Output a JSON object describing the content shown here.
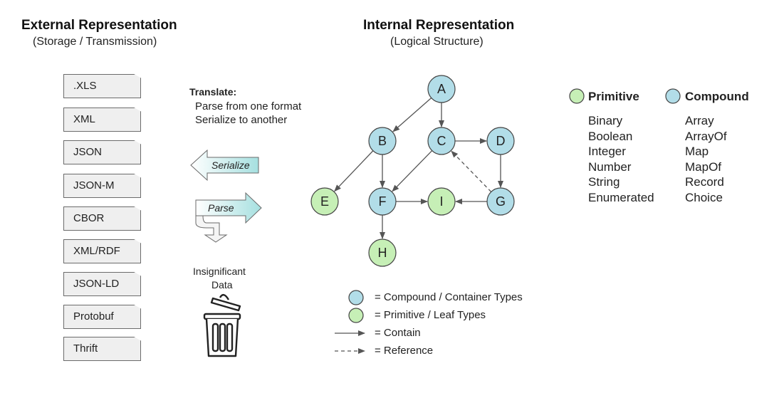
{
  "external": {
    "title": "External Representation",
    "subtitle": "(Storage / Transmission)"
  },
  "internal": {
    "title": "Internal Representation",
    "subtitle": "(Logical Structure)"
  },
  "formats": [
    ".XLS",
    "XML",
    "JSON",
    "JSON-M",
    "CBOR",
    "XML/RDF",
    "JSON-LD",
    "Protobuf",
    "Thrift"
  ],
  "translate": {
    "heading": "Translate:",
    "line1": "Parse from one format",
    "line2": "Serialize to another"
  },
  "serialize_label": "Serialize",
  "parse_label": "Parse",
  "insignificant": {
    "line1": "Insignificant",
    "line2": "Data"
  },
  "graph": {
    "nodes": [
      {
        "id": "A",
        "kind": "compound"
      },
      {
        "id": "B",
        "kind": "compound"
      },
      {
        "id": "C",
        "kind": "compound"
      },
      {
        "id": "D",
        "kind": "compound"
      },
      {
        "id": "E",
        "kind": "primitive"
      },
      {
        "id": "F",
        "kind": "compound"
      },
      {
        "id": "I",
        "kind": "primitive"
      },
      {
        "id": "G",
        "kind": "compound"
      },
      {
        "id": "H",
        "kind": "primitive"
      }
    ],
    "edges": [
      {
        "from": "A",
        "to": "B",
        "type": "contain"
      },
      {
        "from": "A",
        "to": "C",
        "type": "contain"
      },
      {
        "from": "C",
        "to": "D",
        "type": "contain"
      },
      {
        "from": "B",
        "to": "E",
        "type": "contain"
      },
      {
        "from": "B",
        "to": "F",
        "type": "contain"
      },
      {
        "from": "C",
        "to": "F",
        "type": "contain"
      },
      {
        "from": "D",
        "to": "G",
        "type": "contain"
      },
      {
        "from": "G",
        "to": "C",
        "type": "reference"
      },
      {
        "from": "F",
        "to": "I",
        "type": "contain"
      },
      {
        "from": "G",
        "to": "I",
        "type": "contain"
      },
      {
        "from": "F",
        "to": "H",
        "type": "contain"
      }
    ]
  },
  "legend": {
    "compound": "= Compound / Container Types",
    "primitive": "= Primitive / Leaf Types",
    "contain": "= Contain",
    "reference": "= Reference"
  },
  "types": {
    "primitive": {
      "title": "Primitive",
      "items": [
        "Binary",
        "Boolean",
        "Integer",
        "Number",
        "String",
        "Enumerated"
      ]
    },
    "compound": {
      "title": "Compound",
      "items": [
        "Array",
        "ArrayOf",
        "Map",
        "MapOf",
        "Record",
        "Choice"
      ]
    }
  },
  "colors": {
    "compound": "#b2dde8",
    "primitive": "#c6efb6",
    "arrow_fill": "#a6e0e0",
    "stroke": "#444444"
  }
}
